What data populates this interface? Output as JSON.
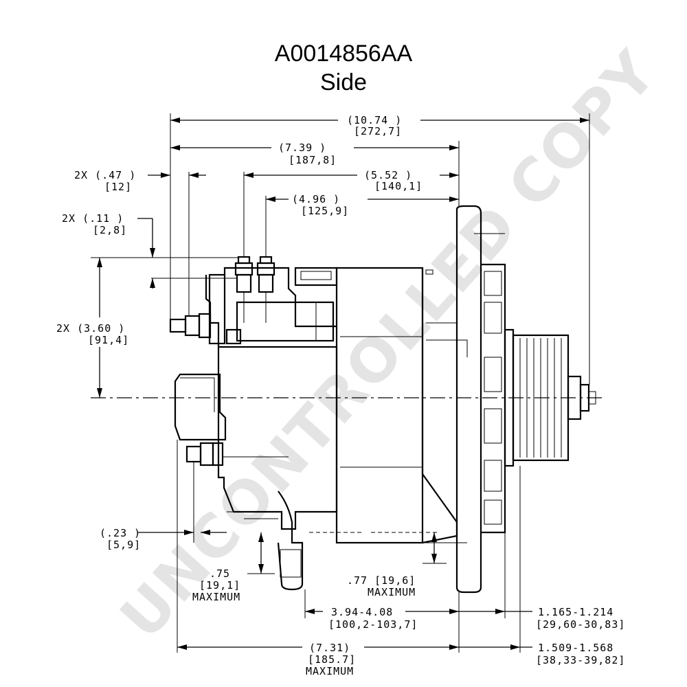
{
  "title": {
    "line1": "A0014856AA",
    "line2": "Side"
  },
  "watermark": "UNCONTROLLED COPY",
  "dimensions": {
    "overall_length": {
      "in": "(10.74   )",
      "mm": "[272,7]"
    },
    "mount_to_face": {
      "in": "(7.39    )",
      "mm": "[187,8]"
    },
    "term_a": {
      "in": "(5.52    )",
      "mm": "[140,1]"
    },
    "term_b": {
      "in": "(4.96    )",
      "mm": "[125,9]"
    },
    "stud_offset": {
      "in": "2X (.47 )",
      "mm": "[12]"
    },
    "stud_small": {
      "in": "2X (.11  )",
      "mm": "[2,8]"
    },
    "stud_height": {
      "in": "2X (3.60  )",
      "mm": "[91,4]"
    },
    "ground_offset": {
      "in": "(.23  )",
      "mm": "[5,9]"
    },
    "foot_left": {
      "in": ".75",
      "mm": "[19,1]",
      "note": "MAXIMUM"
    },
    "foot_right": {
      "in": ".77 [19,6]",
      "note": "MAXIMUM"
    },
    "foot_span": {
      "in": "3.94-4.08",
      "mm": "[100,2-103,7]"
    },
    "hub_a": {
      "in": "1.165-1.214",
      "mm": "[29,60-30,83]"
    },
    "hub_b": {
      "in": "1.509-1.568",
      "mm": "[38,33-39,82]"
    },
    "body_length": {
      "in": "(7.31)",
      "mm": "[185.7]",
      "note": "MAXIMUM"
    }
  }
}
